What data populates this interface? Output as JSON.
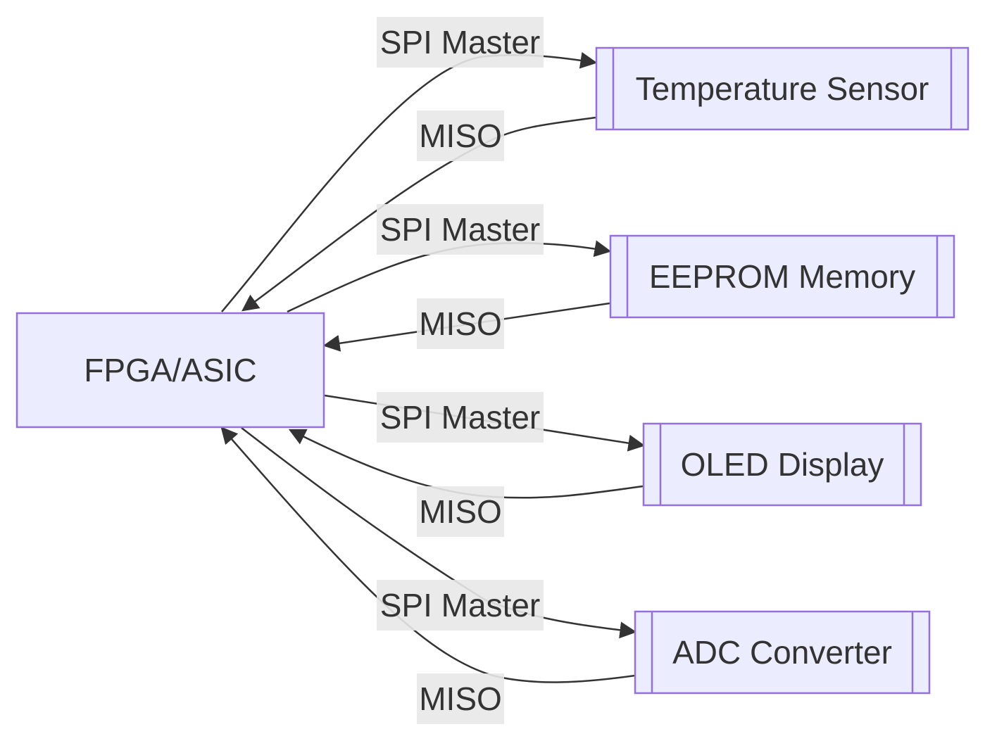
{
  "nodes": {
    "fpga": {
      "label": "FPGA/ASIC"
    },
    "temp": {
      "label": "Temperature Sensor"
    },
    "eeprom": {
      "label": "EEPROM Memory"
    },
    "oled": {
      "label": "OLED Display"
    },
    "adc": {
      "label": "ADC Converter"
    }
  },
  "edges": {
    "fpga_temp": {
      "label": "SPI Master"
    },
    "temp_fpga": {
      "label": "MISO"
    },
    "fpga_eeprom": {
      "label": "SPI Master"
    },
    "eeprom_fpga": {
      "label": "MISO"
    },
    "fpga_oled": {
      "label": "SPI Master"
    },
    "oled_fpga": {
      "label": "MISO"
    },
    "fpga_adc": {
      "label": "SPI Master"
    },
    "adc_fpga": {
      "label": "MISO"
    }
  },
  "colors": {
    "node_fill": "#ECECFF",
    "node_stroke": "#9370DB",
    "edge": "#333333",
    "label_bg": "#E8E8E8",
    "text": "#333333"
  }
}
